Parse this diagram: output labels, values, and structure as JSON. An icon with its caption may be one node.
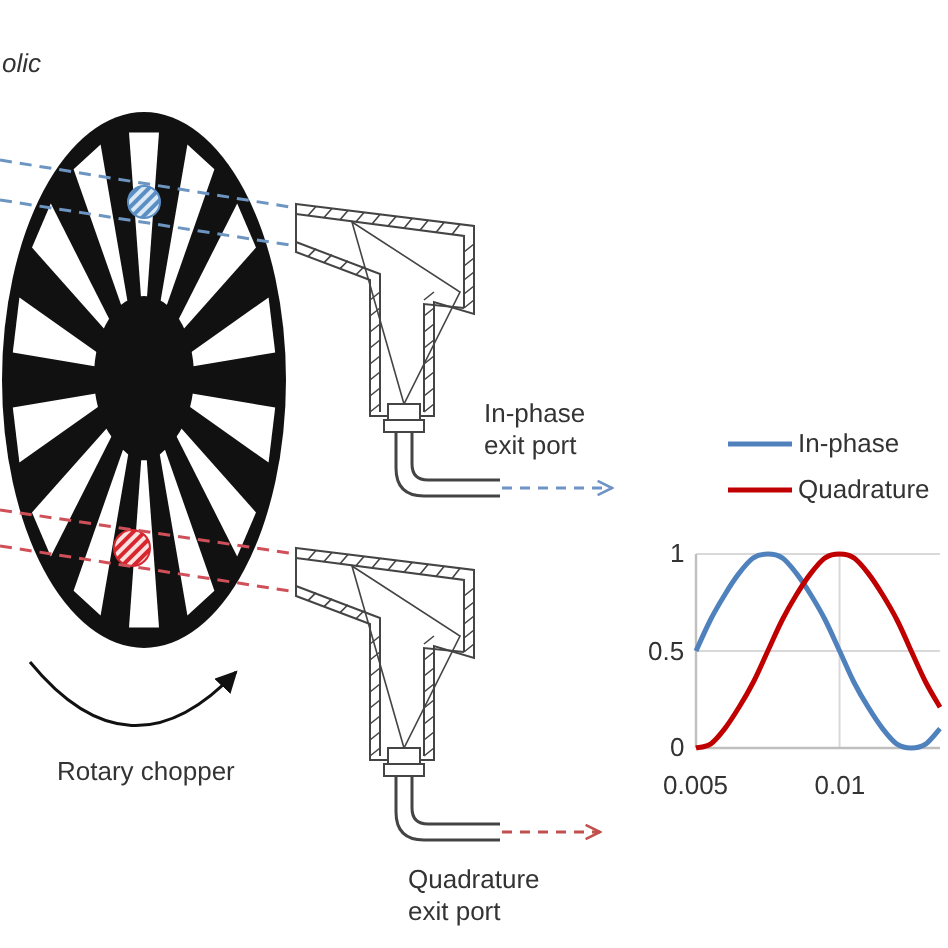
{
  "diagram": {
    "nodes": [
      {
        "text": [],
        "shape": "picture"
      },
      {
        "text": [],
        "shape": "picture",
        "beside": [
          "In-phase exit port"
        ]
      },
      {
        "text": [],
        "shape": "picture",
        "beside": [
          "Quadrature exit port"
        ]
      }
    ],
    "edges": [
      {
        "from": 1,
        "to": null,
        "arrow": "to",
        "style": "dashed",
        "color": "#6f93c6"
      },
      {
        "from": 2,
        "to": null,
        "arrow": "to",
        "style": "dashed",
        "color": "#c0504d"
      }
    ],
    "labels": [
      "olic",
      "Rotary chopper"
    ],
    "chart_data": {
      "type": "line",
      "x": [
        0.005,
        0.0055,
        0.006,
        0.0065,
        0.007,
        0.0075,
        0.008,
        0.0085,
        0.009,
        0.0095,
        0.01,
        0.0105,
        0.011,
        0.0115,
        0.012,
        0.0125,
        0.013,
        0.0135
      ],
      "series": [
        {
          "name": "In-phase",
          "color": "#4f81bd",
          "values": [
            0.5,
            0.66,
            0.79,
            0.9,
            0.98,
            1,
            0.98,
            0.9,
            0.79,
            0.66,
            0.5,
            0.34,
            0.21,
            0.1,
            0.02,
            0,
            0.02,
            0.1
          ]
        },
        {
          "name": "Quadrature",
          "color": "#c00000",
          "values": [
            0,
            0.02,
            0.1,
            0.21,
            0.34,
            0.5,
            0.66,
            0.79,
            0.9,
            0.98,
            1,
            0.98,
            0.9,
            0.79,
            0.66,
            0.5,
            0.34,
            0.21
          ]
        }
      ],
      "xlim": [
        0.005,
        0.0135
      ],
      "ylim": [
        0,
        1
      ],
      "xticks": [
        0.005,
        0.01
      ],
      "yticks": [
        0,
        0.5,
        1
      ],
      "legend": "top"
    }
  }
}
